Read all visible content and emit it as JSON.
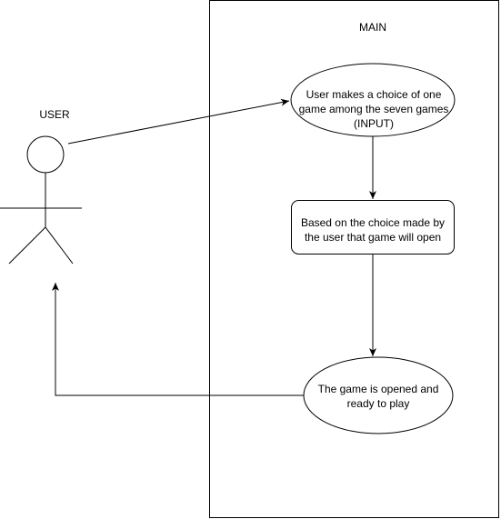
{
  "diagram": {
    "system_title": "MAIN",
    "actor_label": "USER",
    "nodes": {
      "choice": "User makes a choice of one\ngame among the seven games\n(INPUT)",
      "open": "Based on the choice made by\nthe user that game will open",
      "play": "The game is opened and\nready to play"
    },
    "colors": {
      "stroke": "#000000",
      "fill": "#ffffff",
      "text": "#000000"
    }
  }
}
